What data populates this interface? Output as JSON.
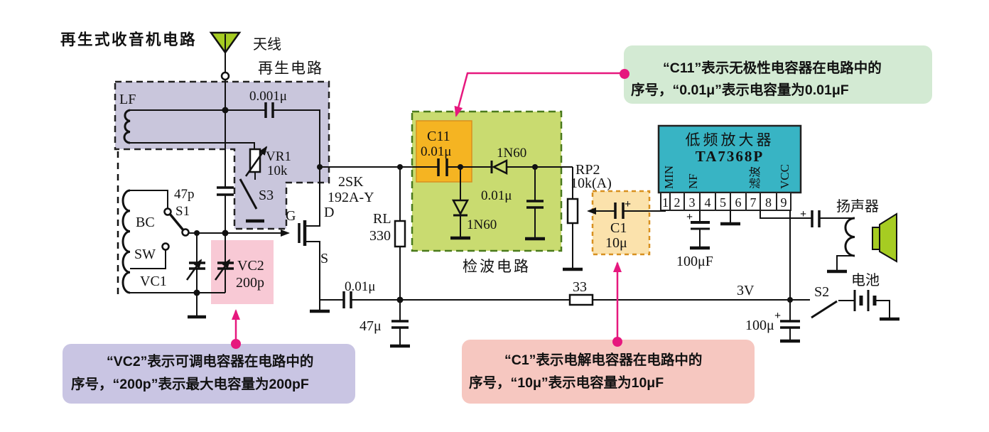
{
  "title": "再生式收音机电路",
  "labels": {
    "antenna": "天线",
    "regen": "再生电路",
    "detector": "检波电路",
    "speaker": "扬声器",
    "battery": "电池",
    "supply": "3V",
    "plus": "+"
  },
  "parts": {
    "lf": "LF",
    "c_regen": "0.001μ",
    "vr1": "VR1",
    "vr1_val": "10k",
    "s3": "S3",
    "c_47p": "47p",
    "s1": "S1",
    "bc": "BC",
    "sw": "SW",
    "vc1": "VC1",
    "vc2": "VC2",
    "vc2_val": "200p",
    "fet1": "2SK",
    "fet2": "192A-Y",
    "g": "G",
    "d": "D",
    "s": "S",
    "rl": "RL",
    "rl_val": "330",
    "c11": "C11",
    "c11_val": "0.01μ",
    "d1": "1N60",
    "d2": "1N60",
    "c_det": "0.01μ",
    "rp2": "RP2",
    "rp2_val": "10k(A)",
    "c1": "C1",
    "c1_val": "10μ",
    "c_100uf": "100μF",
    "c_001u": "0.01μ",
    "c_47u": "47μ",
    "r33": "33",
    "s2": "S2",
    "c_100u": "100μ"
  },
  "ic": {
    "name": "低频放大器",
    "part": "TA7368P",
    "pins": [
      "1",
      "2",
      "3",
      "4",
      "5",
      "6",
      "7",
      "8",
      "9"
    ],
    "pin_in": "MIN",
    "pin_nf": "NF",
    "pin_filter": "滤波",
    "pin_vcc": "VCC"
  },
  "callouts": {
    "c11": {
      "line1": "“C11”表示无极性电容器在电路中的",
      "line2": "序号，“0.01μ”表示电容量为0.01μF"
    },
    "vc2": {
      "line1": "“VC2”表示可调电容器在电路中的",
      "line2": "序号，“200p”表示最大电容量为200pF"
    },
    "c1": {
      "line1": "“C1”表示电解电容器在电路中的",
      "line2": "序号，“10μ”表示电容量为10μF"
    }
  },
  "colors": {
    "title_pink": "#ee4a7f",
    "magenta": "#e6187e",
    "box_purple": "#c9c6dc",
    "box_green": "#c9db70",
    "box_orange": "#f5b422",
    "box_pink": "#f8c9d5",
    "box_cream": "#fbe2ac",
    "ic_teal": "#38b4c4",
    "callout_green": "#d3ead3",
    "callout_purple": "#c9c5e3",
    "callout_pink": "#f6c7c0",
    "symbol_green": "#a6cc22"
  }
}
